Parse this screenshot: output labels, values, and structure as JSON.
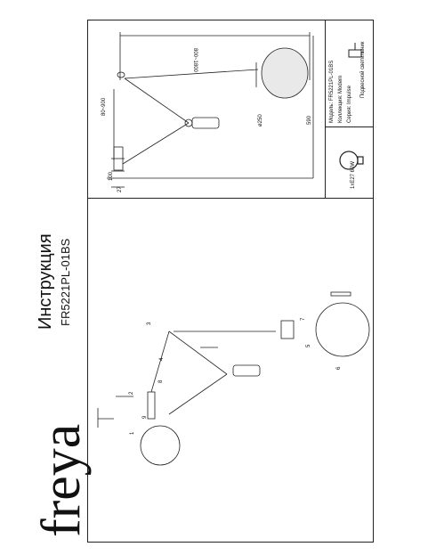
{
  "brand": {
    "logo": "freya"
  },
  "header": {
    "title": "Инструкция",
    "model_code": "FR5221PL-01BS"
  },
  "dimensions": {
    "width_range": "800~1800",
    "height_range": "80~900",
    "canopy_height": "100",
    "canopy_width": "27",
    "shade_diameter": "ø250",
    "total_depth": "590"
  },
  "spec": {
    "model_label": "Модель:",
    "model_value": "FR5221PL-01BS",
    "collection_label": "Коллекция:",
    "collection_value": "Modern",
    "series_label": "Серия:",
    "series_value": "Impulse",
    "type_value": "Подвесной светильник"
  },
  "bulb": {
    "label": "1xE27 60W"
  },
  "steps": [
    "1",
    "2",
    "3",
    "4",
    "5",
    "6",
    "7",
    "8",
    "9"
  ],
  "colors": {
    "line": "#222222",
    "shade": "#e9e9e9"
  }
}
